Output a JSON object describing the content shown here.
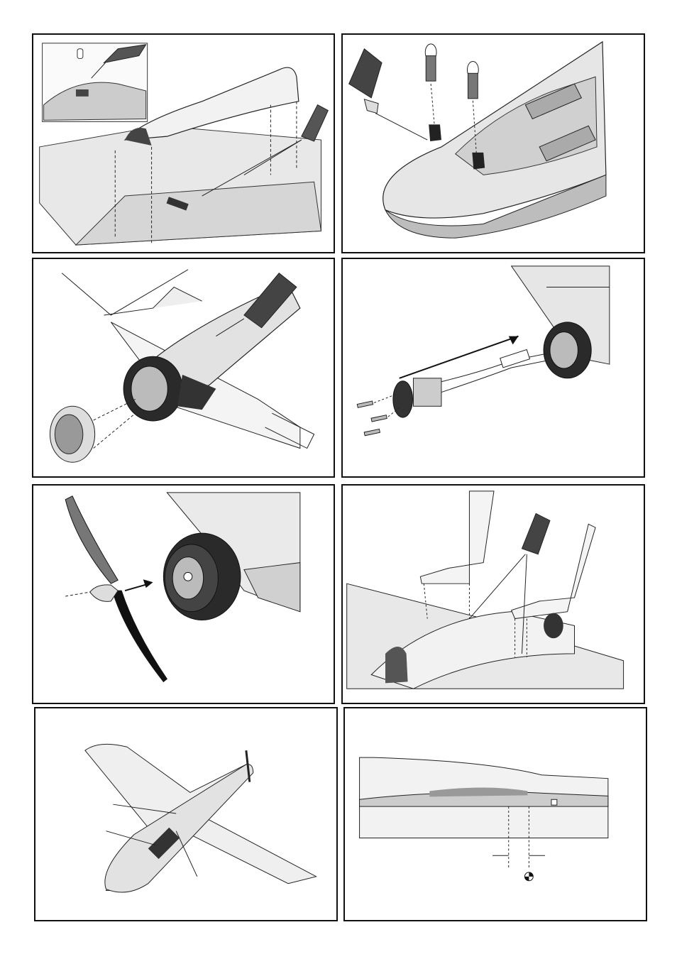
{
  "page": {
    "title": "",
    "colors": {
      "frame": "#111111",
      "line": "#222222",
      "shade_light": "#eeeeee",
      "shade_mid": "#bbbbbb",
      "shade_dark": "#333333"
    }
  },
  "panels": [
    {
      "id": "p1",
      "name": "glue-canopy-hatch-step",
      "icons": [
        "glue-bottle-icon",
        "canopy-part-icon",
        "magnet-icon"
      ]
    },
    {
      "id": "p2",
      "name": "nose-hooks-step",
      "icons": [
        "glue-bottle-icon",
        "hook-icon"
      ]
    },
    {
      "id": "p3",
      "name": "nacelle-glue-step",
      "icons": [
        "glue-bottle-icon",
        "nacelle-ring-icon"
      ]
    },
    {
      "id": "p4",
      "name": "motor-install-step",
      "icons": [
        "motor-icon",
        "screw-icon",
        "arrow-icon"
      ]
    },
    {
      "id": "p5",
      "name": "propeller-install-step",
      "icons": [
        "propeller-icon",
        "spinner-icon",
        "arrow-icon"
      ]
    },
    {
      "id": "p6",
      "name": "fin-glue-step",
      "icons": [
        "fin-icon",
        "glue-bottle-icon"
      ]
    },
    {
      "id": "p7",
      "name": "component-layout-overview",
      "icons": [
        "aircraft-icon",
        "leader-line-icon"
      ]
    },
    {
      "id": "p8",
      "name": "center-of-gravity-step",
      "icons": [
        "fuselage-side-icon",
        "cg-symbol-icon"
      ]
    }
  ]
}
